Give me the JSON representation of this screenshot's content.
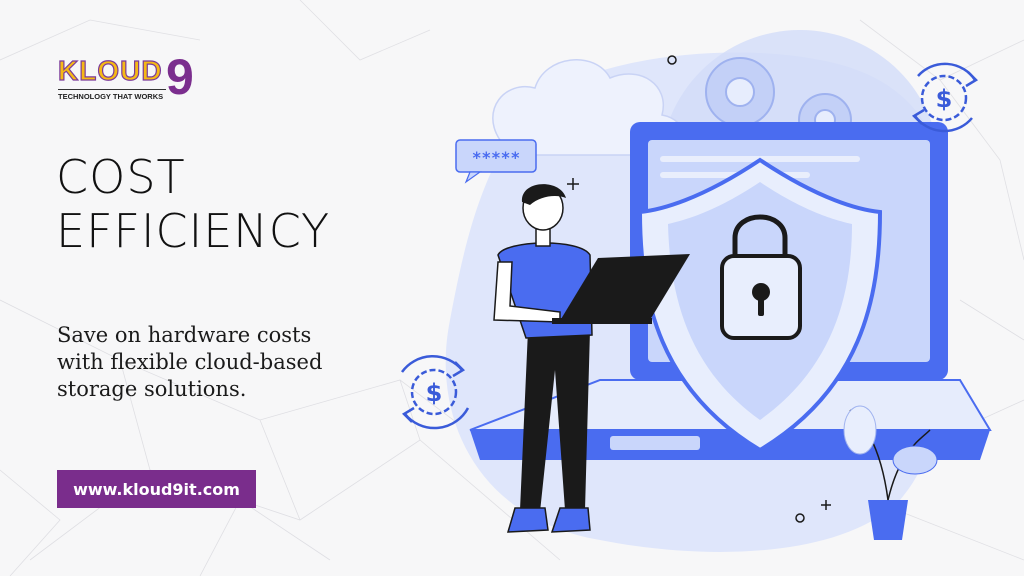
{
  "brand": {
    "logo_word": "KLOUD",
    "logo_nine": "9",
    "tagline": "TECHNOLOGY THAT WORKS"
  },
  "heading": {
    "line1": "COST",
    "line2": "EFFICIENCY"
  },
  "description": {
    "line1": "Save on hardware costs",
    "line2": "with flexible cloud-based",
    "line3": "storage solutions."
  },
  "cta": {
    "url_label": "www.kloud9it.com"
  },
  "password_bubble": "*****",
  "icons": {
    "dollar_gear_top": "dollar-gear-cycle-icon",
    "dollar_gear_left": "dollar-gear-cycle-icon",
    "padlock": "padlock-icon",
    "shield": "shield-icon"
  },
  "colors": {
    "accent_purple": "#7a2d8c",
    "illustration_blue": "#4a6cf0",
    "illustration_light_blue": "#c9d6fb",
    "logo_yellow": "#f5b915"
  }
}
